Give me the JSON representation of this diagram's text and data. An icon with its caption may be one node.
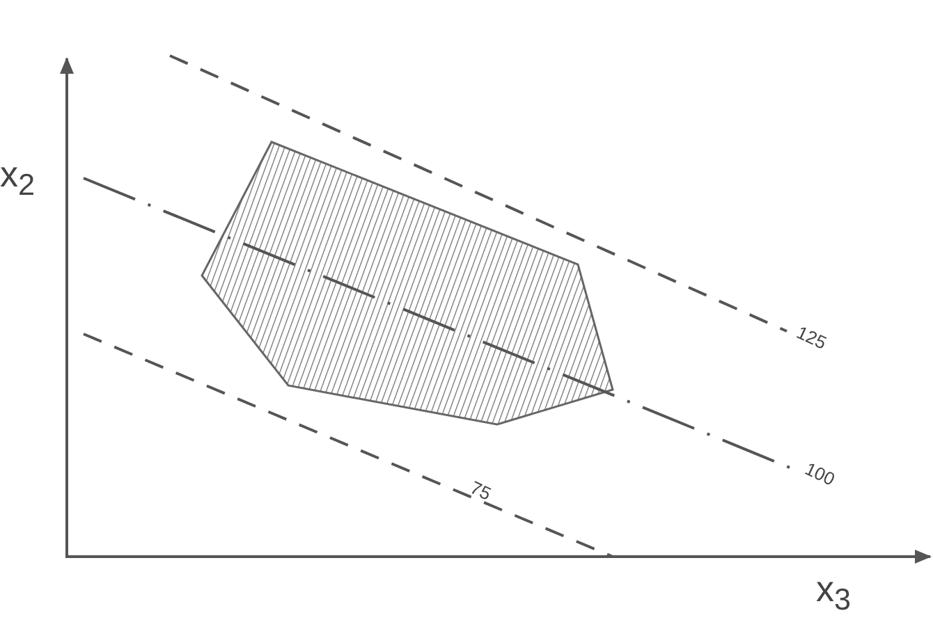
{
  "diagram": {
    "labels": [
      "x$_{2}$",
      "125",
      "100",
      "75",
      "x$_{3}$"
    ]
  }
}
